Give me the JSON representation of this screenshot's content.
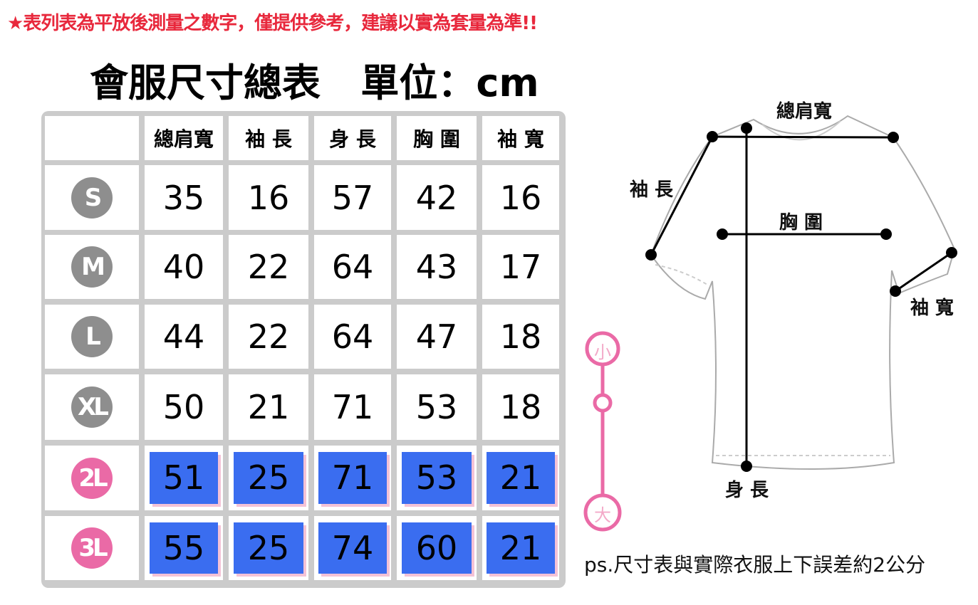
{
  "notice": "★表列表為平放後測量之數字，僅提供參考，建議以實為套量為準!!",
  "title": "會服尺寸總表   單位：cm",
  "table": {
    "headers": [
      "總肩寬",
      "袖 長",
      "身 長",
      "胸 圍",
      "袖 寬"
    ],
    "rows": [
      {
        "size": "S",
        "values": [
          "35",
          "16",
          "57",
          "42",
          "16"
        ],
        "highlight": false
      },
      {
        "size": "M",
        "values": [
          "40",
          "22",
          "64",
          "43",
          "17"
        ],
        "highlight": false
      },
      {
        "size": "L",
        "values": [
          "44",
          "22",
          "64",
          "47",
          "18"
        ],
        "highlight": false
      },
      {
        "size": "XL",
        "values": [
          "50",
          "21",
          "71",
          "53",
          "18"
        ],
        "highlight": false
      },
      {
        "size": "2L",
        "values": [
          "51",
          "25",
          "71",
          "53",
          "21"
        ],
        "highlight": true
      },
      {
        "size": "3L",
        "values": [
          "55",
          "25",
          "74",
          "60",
          "21"
        ],
        "highlight": true
      }
    ]
  },
  "diagram": {
    "shoulder": "總肩寬",
    "sleeve_length": "袖 長",
    "chest": "胸 圍",
    "sleeve_width": "袖 寬",
    "body_length": "身 長"
  },
  "scale": {
    "small": "小",
    "large": "大"
  },
  "note": "ps.尺寸表與實際衣服上下誤差約2公分",
  "colors": {
    "notice": "#e8283c",
    "highlight": "#3a6df0",
    "pink": "#ea6aa6",
    "gray": "#8e8e8e"
  }
}
